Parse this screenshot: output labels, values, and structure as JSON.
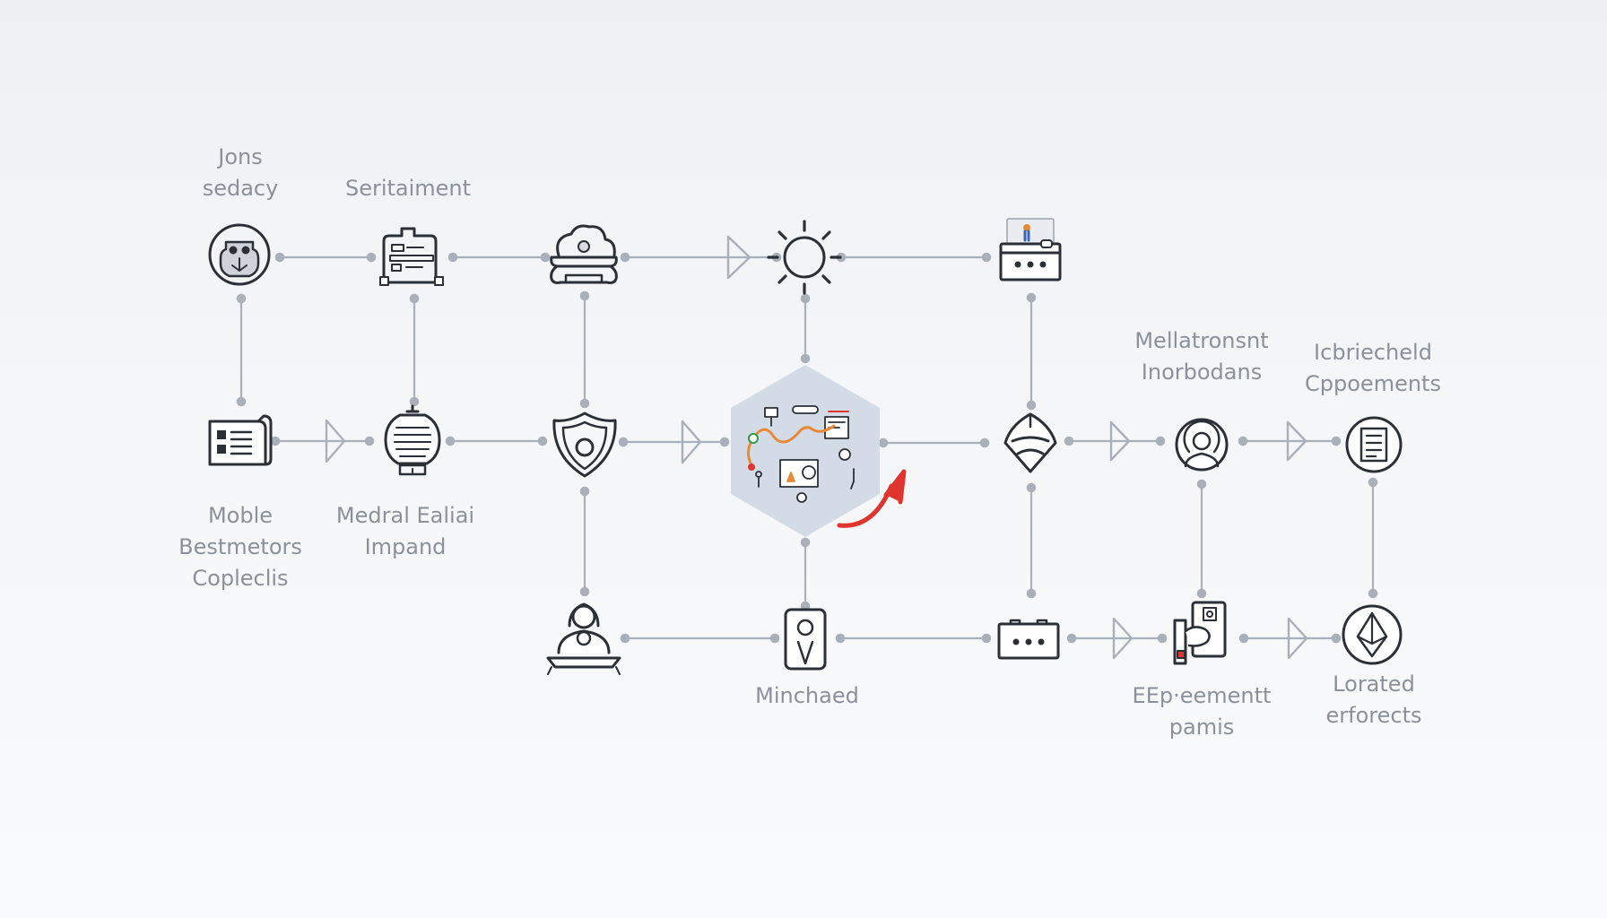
{
  "labels": {
    "node_a": [
      "Jons",
      "sedacy"
    ],
    "node_b": [
      "Seritaiment"
    ],
    "node_c": [
      "Moble",
      "Bestmetors",
      "Copleclis"
    ],
    "node_d": [
      "Medral Ealiai",
      "Impand"
    ],
    "node_e": [
      "Minchaed"
    ],
    "node_f": [
      "Mellatronsnt",
      "Inorbodans"
    ],
    "node_g": [
      "Icbriecheld",
      "Cppoements"
    ],
    "node_h": [
      "EEp·eementt",
      "pamis"
    ],
    "node_i": [
      "Lorated",
      "erforects"
    ]
  },
  "icons": {
    "n1": "robot-head-icon",
    "n2": "building-document-icon",
    "n3": "cloud-car-icon",
    "n4": "sun-icon",
    "n5": "device-window-icon",
    "n6": "newspaper-icon",
    "n7": "lightbulb-icon",
    "n8": "shield-icon",
    "n9": "hexagon-hub-icon",
    "n10": "diamond-leaf-icon",
    "n11": "user-head-icon",
    "n12": "document-circle-icon",
    "n13": "person-laptop-icon",
    "n14": "person-card-icon",
    "n15": "dots-box-icon",
    "n16": "phone-hand-icon",
    "n17": "ethereum-circle-icon"
  },
  "colors": {
    "line": "#a9b0b9",
    "icon_stroke": "#2b2f36",
    "label": "#8b919a",
    "hub_fill": "#d3dce6",
    "accent_red": "#e0342e",
    "accent_orange": "#e8893a"
  }
}
